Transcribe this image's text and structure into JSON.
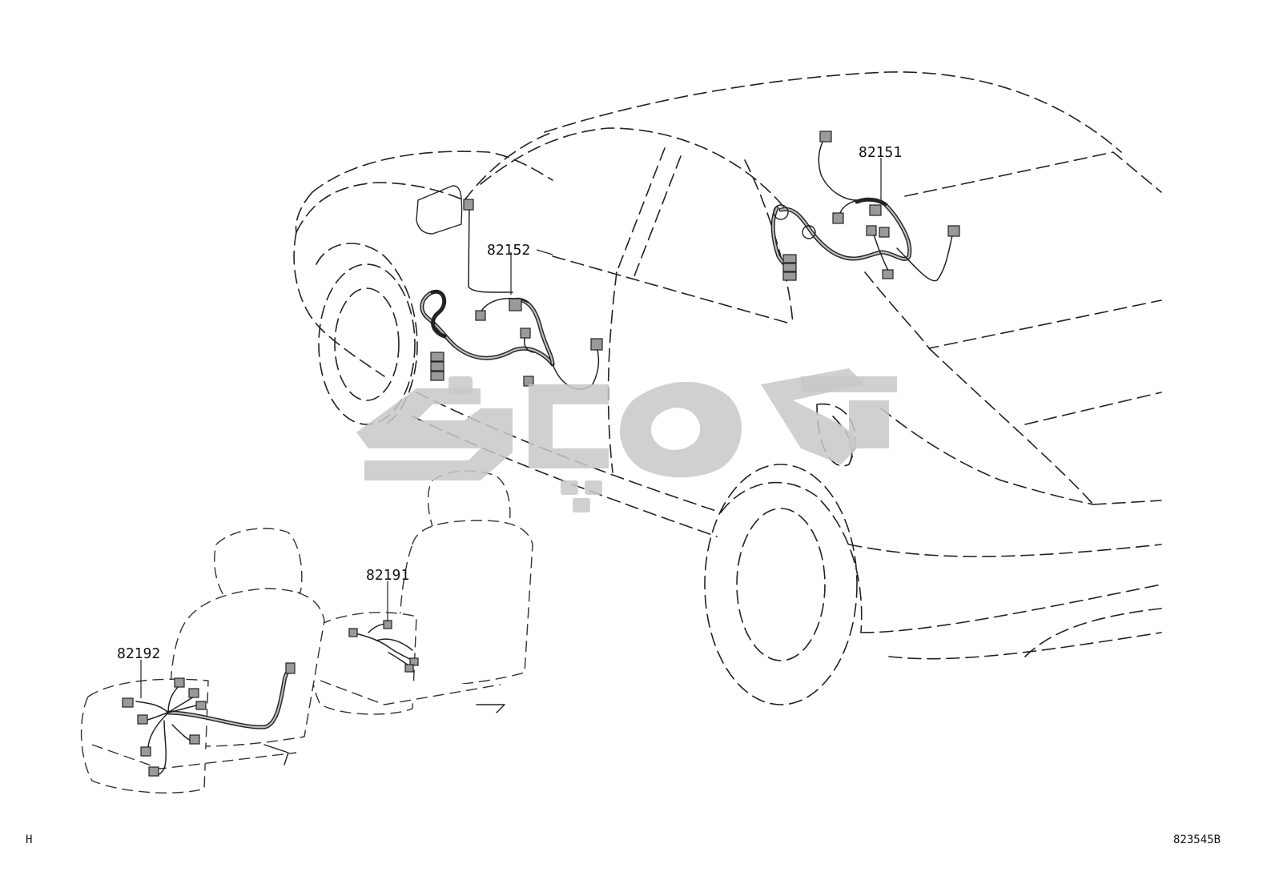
{
  "diagram": {
    "part_labels": {
      "p82151": "82151",
      "p82152": "82152",
      "p82191": "82191",
      "p82192": "82192"
    },
    "corner_left": "H",
    "corner_right": "823545B",
    "watermark_text": "یدکچی",
    "colors": {
      "line": "#222222",
      "connector": "#9a9a9a",
      "watermark": "#c8c8c8"
    }
  }
}
